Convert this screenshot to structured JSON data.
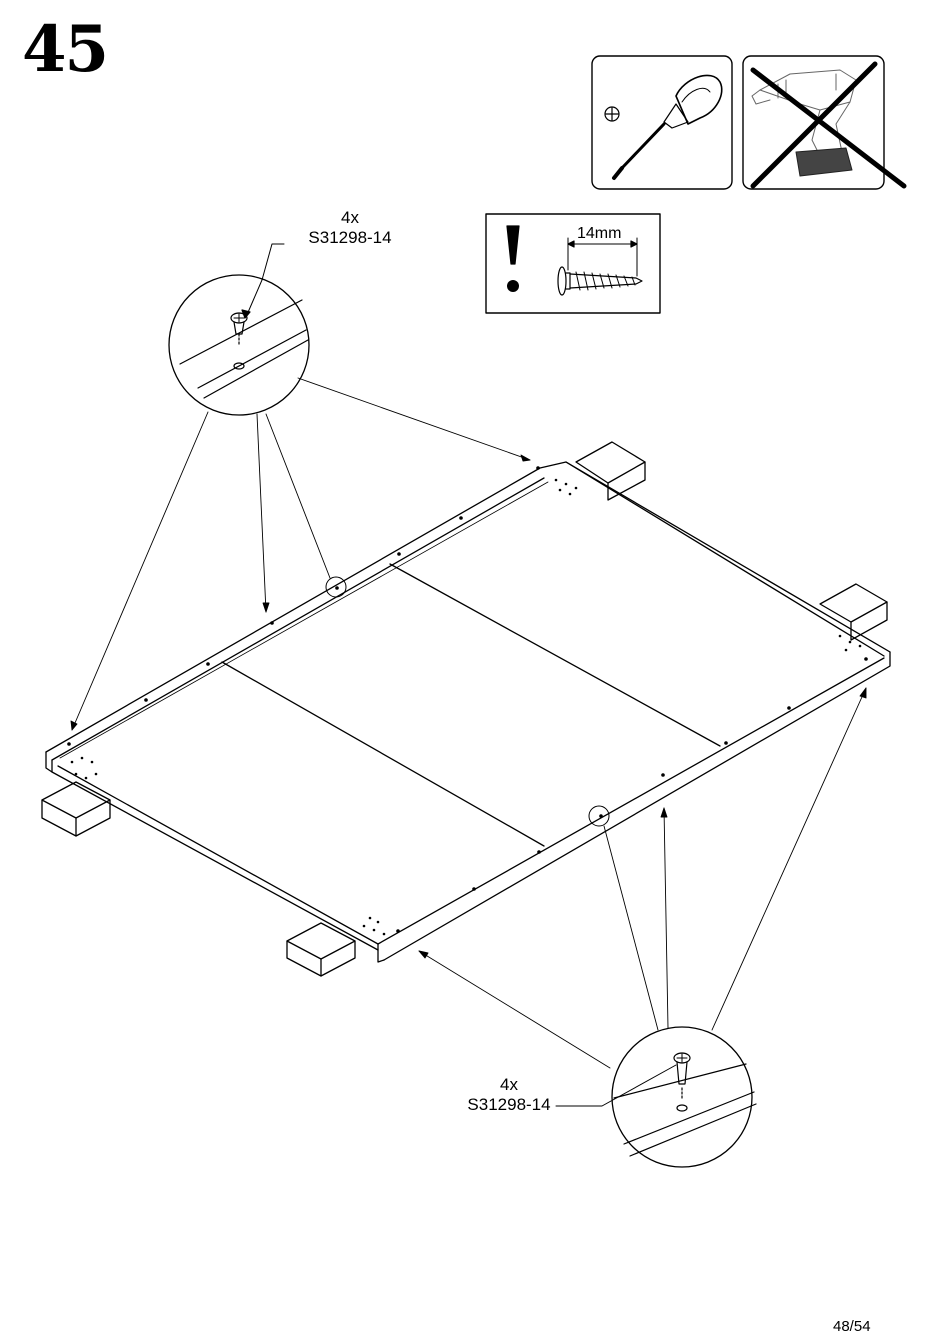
{
  "step": {
    "number": "45"
  },
  "tools": {
    "allowed": {
      "name": "screwdriver-icon",
      "symbol": "⊕"
    },
    "forbidden": {
      "name": "power-drill-icon",
      "crossed": true
    }
  },
  "warning": {
    "symbol": "!",
    "screw_length": "14mm"
  },
  "callouts": {
    "top": {
      "quantity": "4x",
      "part_code": "S31298-14"
    },
    "bottom": {
      "quantity": "4x",
      "part_code": "S31298-14"
    }
  },
  "footer": {
    "page": "48/54"
  }
}
